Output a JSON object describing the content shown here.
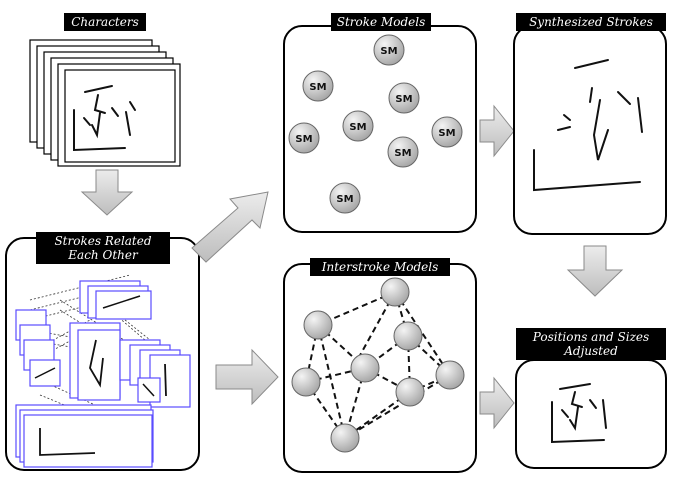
{
  "labels": {
    "characters": "Characters",
    "stroke_models": "Stroke Models",
    "synthesized_strokes": "Synthesized Strokes",
    "strokes_related_line1": "Strokes Related",
    "strokes_related_line2": "Each Other",
    "interstroke_models": "Interstroke Models",
    "positions_line1": "Positions and Sizes",
    "positions_line2": "Adjusted"
  },
  "sm_node_text": "SM",
  "colors": {
    "label_bg": "#000000",
    "label_text": "#ffffff",
    "panel_border": "#000000",
    "node_fill": "#cfcfcf",
    "arrow_fill": "#d4d4d4",
    "stroke_box_border": "#5a4cff"
  }
}
